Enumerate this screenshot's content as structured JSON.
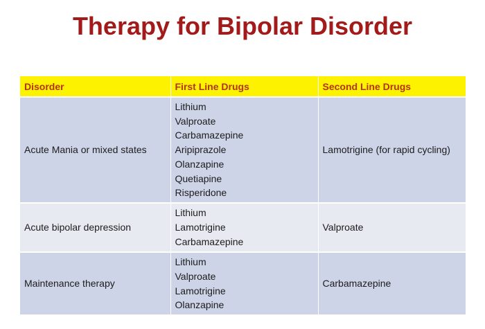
{
  "title": "Therapy for Bipolar Disorder",
  "table": {
    "headers": [
      "Disorder",
      "First Line Drugs",
      "Second Line Drugs"
    ],
    "rows": [
      {
        "disorder": "Acute Mania or mixed states",
        "first_line": [
          "Lithium",
          "Valproate",
          "Carbamazepine",
          "Aripiprazole",
          "Olanzapine",
          "Quetiapine",
          "Risperidone"
        ],
        "second_line": "Lamotrigine (for rapid cycling)"
      },
      {
        "disorder": "Acute bipolar depression",
        "first_line": [
          "Lithium",
          "Lamotrigine",
          "Carbamazepine"
        ],
        "second_line": "Valproate"
      },
      {
        "disorder": "Maintenance therapy",
        "first_line": [
          "Lithium",
          "Valproate",
          "Lamotrigine",
          "Olanzapine"
        ],
        "second_line": "Carbamazepine"
      }
    ]
  },
  "colors": {
    "title": "#a31a1a",
    "header_background": "#fdf200",
    "header_text": "#b5331a",
    "row_dark": "#cdd4e7",
    "row_light": "#e8eaf2"
  }
}
